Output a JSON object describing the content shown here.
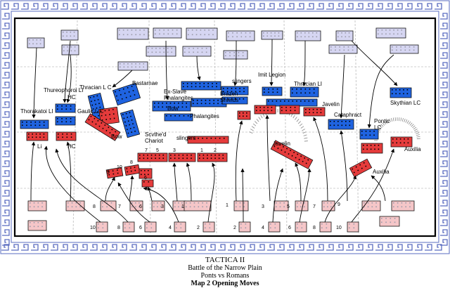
{
  "colors": {
    "blue": "#1f63e0",
    "red": "#e53b3b",
    "pale_blue": "#d6d6f2",
    "pale_red": "#f5c6c8",
    "border": "#5a6cc0",
    "line": "#000000"
  },
  "caption": {
    "line1": "TACTICA II",
    "line2": "Battle of the Narrow Plain",
    "line3": "Ponts vs Romans",
    "line4": "Map 2 Opening Moves"
  },
  "labels": {
    "thracian_lc": "Thracian L C",
    "bastarnae": "Bastarnae",
    "thureophoroi_li": "Thureophoroi LI",
    "thorakatoi_li": "Thorakatoi LI",
    "hc_top": "HC",
    "gaulic_lc": "Gaulic L.C",
    "ex_slave": "Ex-Slave\nPhalangites",
    "bow_blue": "Bow",
    "phalangites": "Phalangites",
    "scythed_chariot": "Scvthe'd\nChariot",
    "bow_red": "Bow",
    "slingers_red": "slingers",
    "slingers_blue": "slingers",
    "brazen_shields": "Brazen\nShields",
    "imit_legion": "Imit Legion",
    "thracian_li": "Thracian LI",
    "javelin_blue": "Javelin",
    "javelin_red": "Javelin",
    "cataphract": "Cataphract",
    "pontic_lc": "Pontic\nLC",
    "skythian_lc": "Skythian LC",
    "auxilia_right": "Auxilia",
    "auxilia_mid": "Auxilia",
    "li_red": "Li",
    "hc_red": "HC"
  },
  "numbers": {
    "n7": "7",
    "n5": "5",
    "n3": "3",
    "n1": "1",
    "n2": "2",
    "n10a": "10",
    "n9a": "9",
    "n8a": "8",
    "n6a": "6",
    "b8": "8",
    "b7": "7",
    "b6": "6",
    "b3": "3",
    "b1": "1",
    "b10": "10",
    "b8b": "8",
    "b6b": "6",
    "b4": "4",
    "b2": "2",
    "r1": "1",
    "r3": "3",
    "r5": "5",
    "r7": "7",
    "r9": "9",
    "r2": "2",
    "r4": "4",
    "r6": "6",
    "r8": "8",
    "r10": "10"
  }
}
